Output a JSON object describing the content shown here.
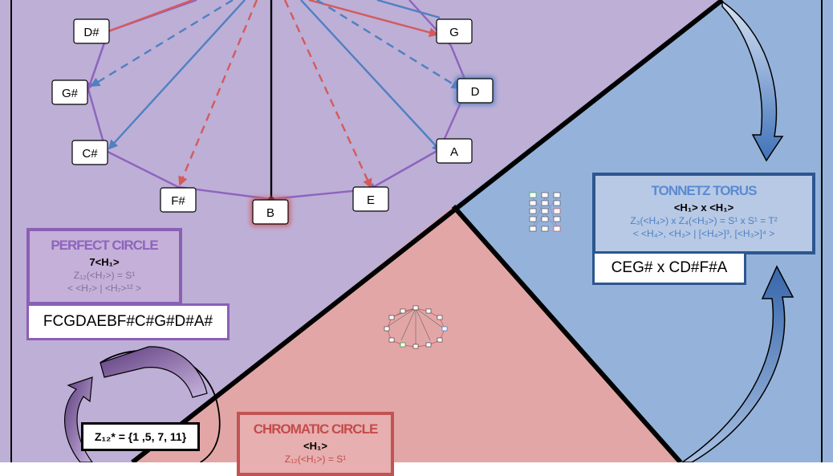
{
  "colors": {
    "purple_bg": "#BDAFD6",
    "blue_bg": "#95B3DA",
    "red_bg": "#E3A6A6",
    "purple_edge": "#8E63BE",
    "blue_edge": "#4F80C2",
    "red_edge": "#D55A5A"
  },
  "circle_notes": [
    "D#",
    "G",
    "G#",
    "D",
    "C#",
    "A",
    "F#",
    "B",
    "E"
  ],
  "perfect_circle": {
    "title": "PERFECT CIRCLE",
    "subtitle": "7<H₁>",
    "line1": "Z₁₂(<H₇>) = S¹",
    "line2": "< <H₇> | <H₇>¹² >",
    "sequence": "FCGDAEBF#C#G#D#A#"
  },
  "tonnetz": {
    "title": "TONNETZ TORUS",
    "subtitle": "<H₁> x <H₁>",
    "line1": "Z₃(<H₄>) x Z₄(<H₃>) = S¹ x S¹ = T²",
    "line2": "< <H₄>, <H₃> | [<H₄>]³, [<H₃>]⁴ >",
    "sequence": "CEG# x CD#F#A"
  },
  "chromatic": {
    "title": "CHROMATIC CIRCLE",
    "subtitle": "<H₁>",
    "line1": "Z₁₂(<H₁>) = S¹"
  },
  "units": {
    "label": "Z₁₂* = {1 ,5, 7, 11}"
  }
}
